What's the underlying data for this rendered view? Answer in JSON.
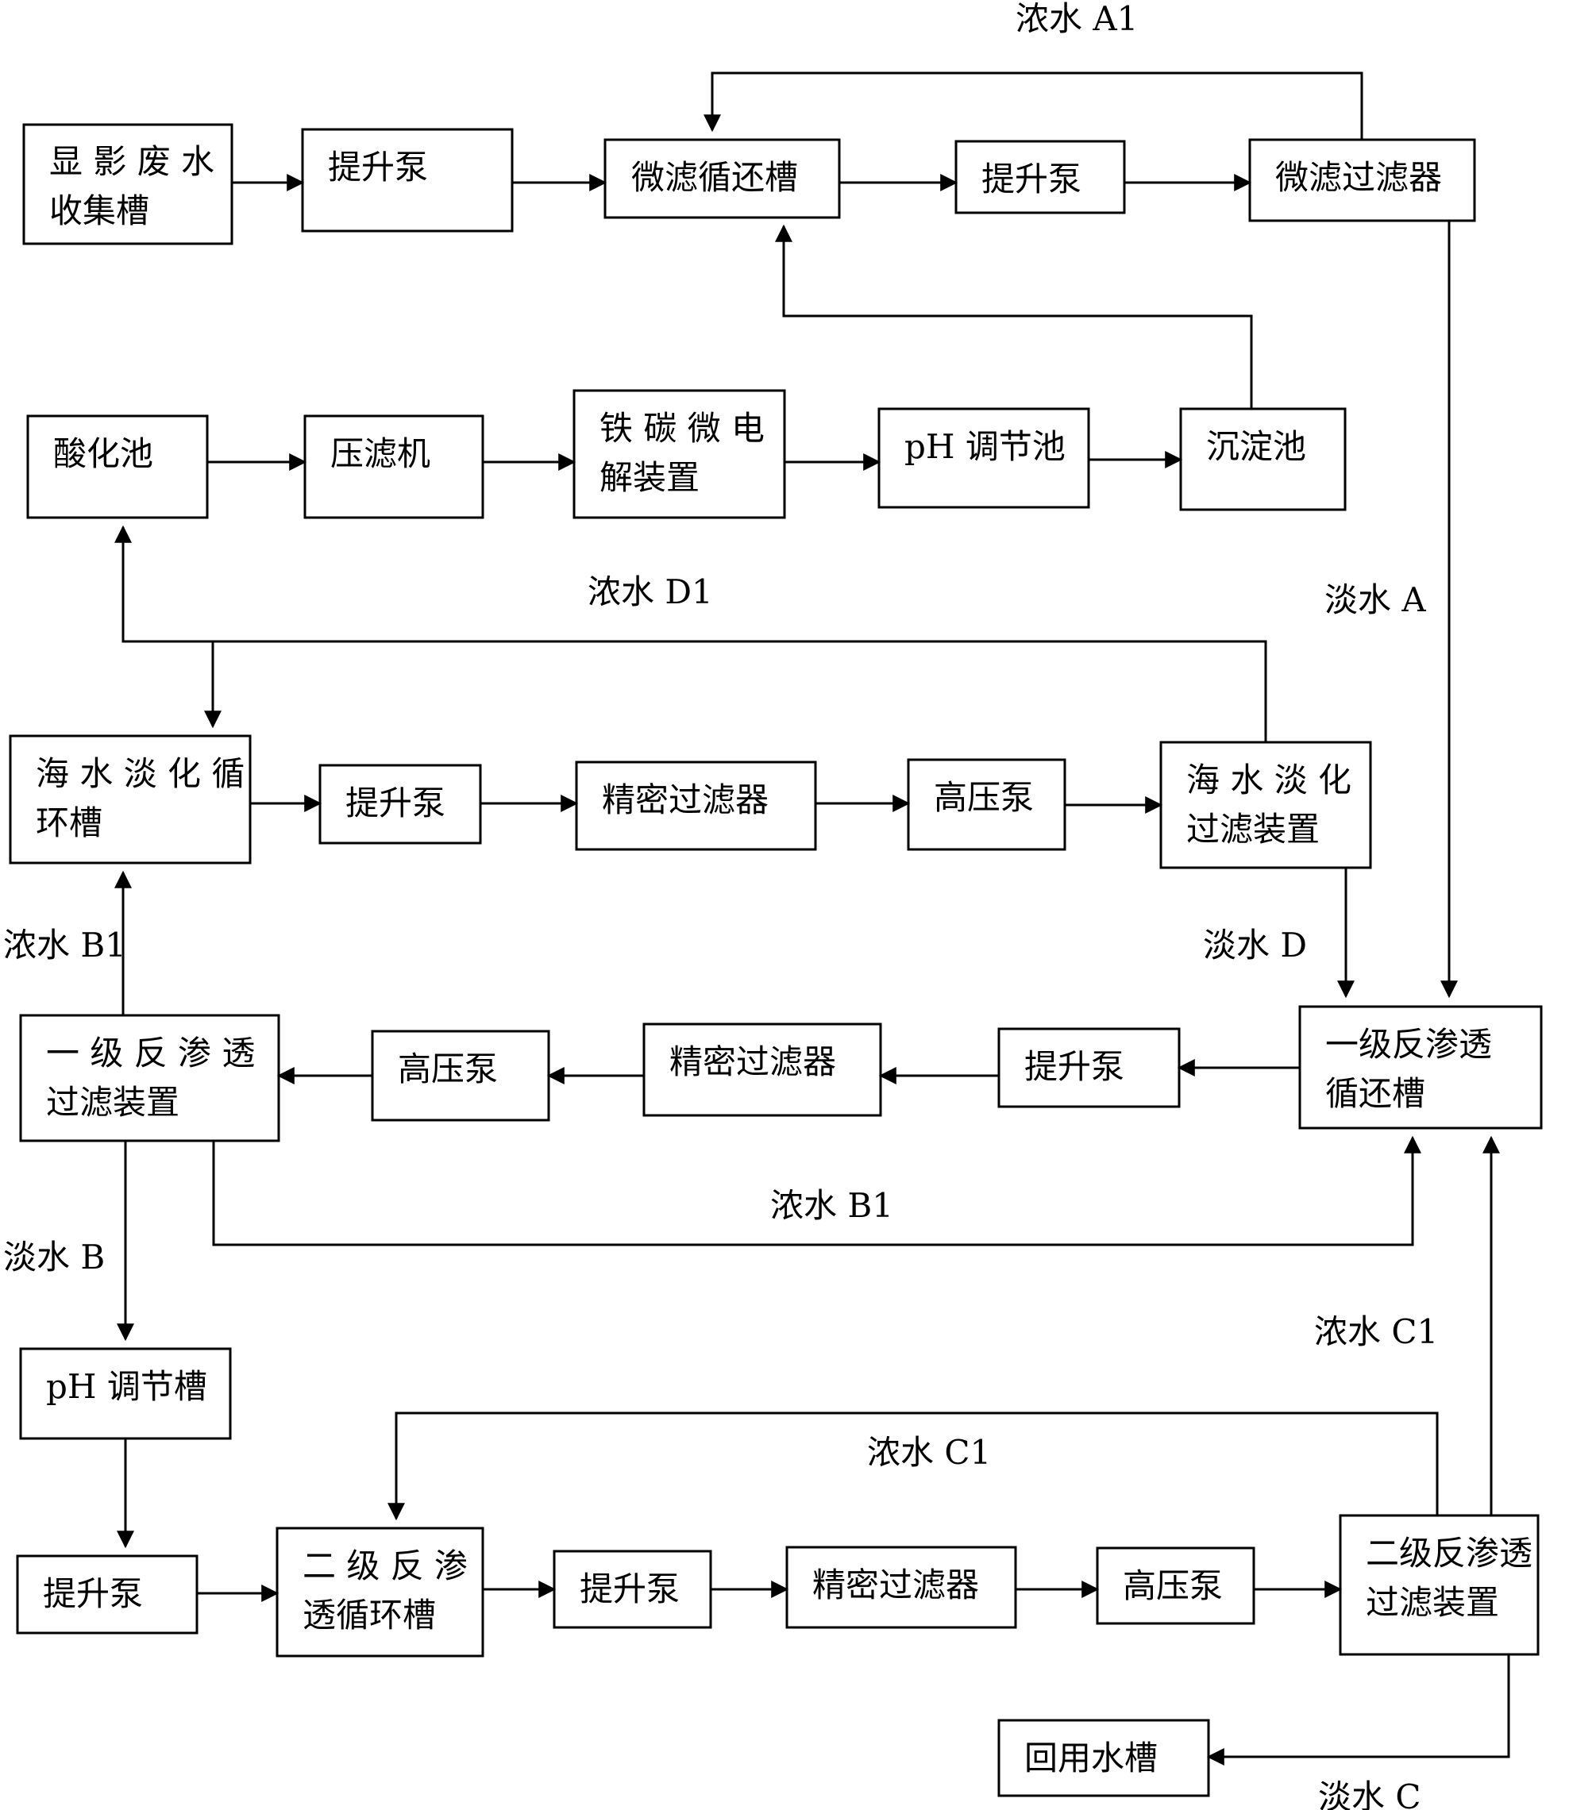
{
  "nodes": {
    "developer_tank": [
      "显 影 废 水",
      "收集槽"
    ],
    "lift_pump_1": [
      "提升泵"
    ],
    "mf_tank": [
      "微滤循还槽"
    ],
    "lift_pump_2": [
      "提升泵"
    ],
    "mf_filter": [
      "微滤过滤器"
    ],
    "acid_tank": [
      "酸化池"
    ],
    "filter_press": [
      "压滤机"
    ],
    "fe_c_micro": [
      "铁 碳 微 电",
      "解装置"
    ],
    "ph_adjust_pool": [
      "pH 调节池"
    ],
    "settling_tank": [
      "沉淀池"
    ],
    "desal_tank": [
      "海 水 淡 化 循",
      "环槽"
    ],
    "lift_pump_3": [
      "提升泵"
    ],
    "precision_filter_1": [
      "精密过滤器"
    ],
    "hp_pump_1": [
      "高压泵"
    ],
    "desal_device": [
      "海 水 淡 化",
      "过滤装置"
    ],
    "ro1_device": [
      "一 级 反 渗 透",
      "过滤装置"
    ],
    "hp_pump_2": [
      "高压泵"
    ],
    "precision_filter_2": [
      "精密过滤器"
    ],
    "lift_pump_4": [
      "提升泵"
    ],
    "ro1_tank": [
      "一级反渗透",
      "循还槽"
    ],
    "ph_adjust_tank": [
      "pH 调节槽"
    ],
    "lift_pump_5": [
      "提升泵"
    ],
    "ro2_tank": [
      "二 级 反 渗",
      "透循环槽"
    ],
    "lift_pump_6": [
      "提升泵"
    ],
    "precision_filter_3": [
      "精密过滤器"
    ],
    "hp_pump_3": [
      "高压泵"
    ],
    "ro2_device": [
      "二级反渗透",
      "过滤装置"
    ],
    "reuse_tank": [
      "回用水槽"
    ]
  },
  "flow_labels": {
    "conc_a1": "浓水 A1",
    "conc_d1": "浓水 D1",
    "fresh_a": "淡水 A",
    "conc_b1_left": "浓水 B1",
    "fresh_d": "淡水 D",
    "conc_b1_bottom": "浓水 B1",
    "fresh_b": "淡水 B",
    "conc_c1_right": "浓水 C1",
    "conc_c1_top": "浓水 C1",
    "fresh_c": "淡水 C"
  }
}
